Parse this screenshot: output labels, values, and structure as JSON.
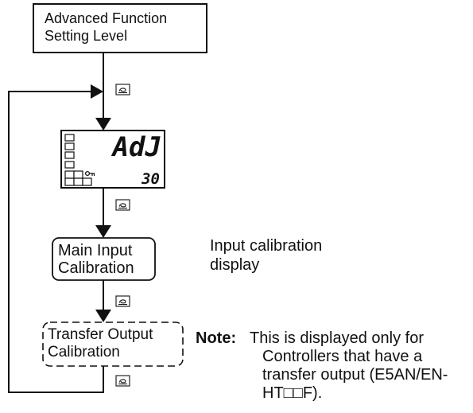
{
  "top_box": {
    "line1": "Advanced Function",
    "line2": "Setting Level"
  },
  "display": {
    "top_text": "AdJ",
    "bottom_text": "30"
  },
  "main_box": {
    "line1": "Main Input",
    "line2": "Calibration"
  },
  "main_desc": {
    "line1": "Input calibration",
    "line2": "display"
  },
  "transfer_box": {
    "line1": "Transfer Output",
    "line2": "Calibration"
  },
  "note": {
    "label": "Note:",
    "lines": [
      "This is displayed only for",
      "Controllers that have a",
      "transfer output (E5AN/EN-",
      "HT□□F)."
    ]
  },
  "icons": [
    "mode-key-icon",
    "mode-key-icon",
    "mode-key-icon",
    "mode-key-icon",
    "key-icon"
  ]
}
